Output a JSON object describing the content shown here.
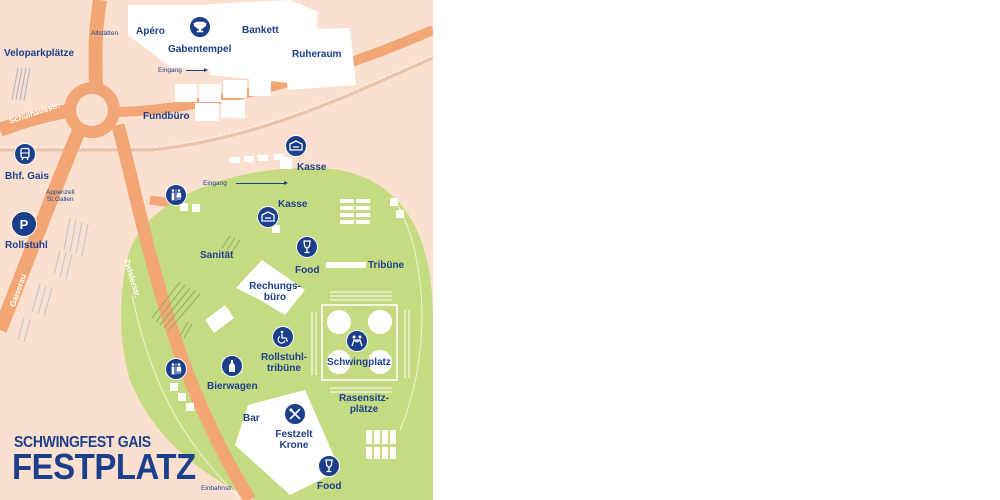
{
  "brand": {
    "subtitle": "SCHWINGFEST GAIS",
    "title": "FESTPLATZ"
  },
  "colors": {
    "background": "#fbe0cf",
    "field": "#c5db82",
    "road": "#f2a675",
    "accent": "#1c3f8c",
    "building": "#ffffff"
  },
  "labels": {
    "apero": "Apéro",
    "gabentempel": "Gabentempel",
    "bankett": "Bankett",
    "ruheraum": "Ruheraum",
    "veloparkplaetze": "Veloparkplätze",
    "fundbuero": "Fundbüro",
    "kasse_top": "Kasse",
    "bhf_gais": "Bhf. Gais",
    "kasse": "Kasse",
    "rollstuhl": "Rollstuhl",
    "sanitaet": "Sanität",
    "food_top": "Food",
    "tribuene": "Tribüne",
    "rechnungsbuero": "Rechungs-\nbüro",
    "rollstuhltribuene": "Rollstuhl-\ntribüne",
    "schwingplatz": "Schwingplatz",
    "bierwagen": "Bierwagen",
    "rasensitzplaetze": "Rasensitz-\nplätze",
    "bar": "Bar",
    "festzelt": "Festzelt\nKrone",
    "food_bottom": "Food"
  },
  "small_labels": {
    "altstaetten": "Altstätten",
    "eingang_top": "Eingang",
    "eingang_mid": "Eingang",
    "appenzell": "Appenzell\nSt.Gallen",
    "einbahnstr": "Einbahnstr."
  },
  "streets": {
    "schulhausstr": "Schulhausstr.",
    "gaiserau": "Gaiserau",
    "zwislerstr": "Zwislerstr."
  },
  "icons": [
    "trophy-icon",
    "ticket-icon",
    "train-icon",
    "parking-icon",
    "toilets-icon",
    "wine-glass-icon",
    "wheelchair-icon",
    "wrestlers-icon",
    "bottle-icon",
    "cutlery-icon"
  ]
}
